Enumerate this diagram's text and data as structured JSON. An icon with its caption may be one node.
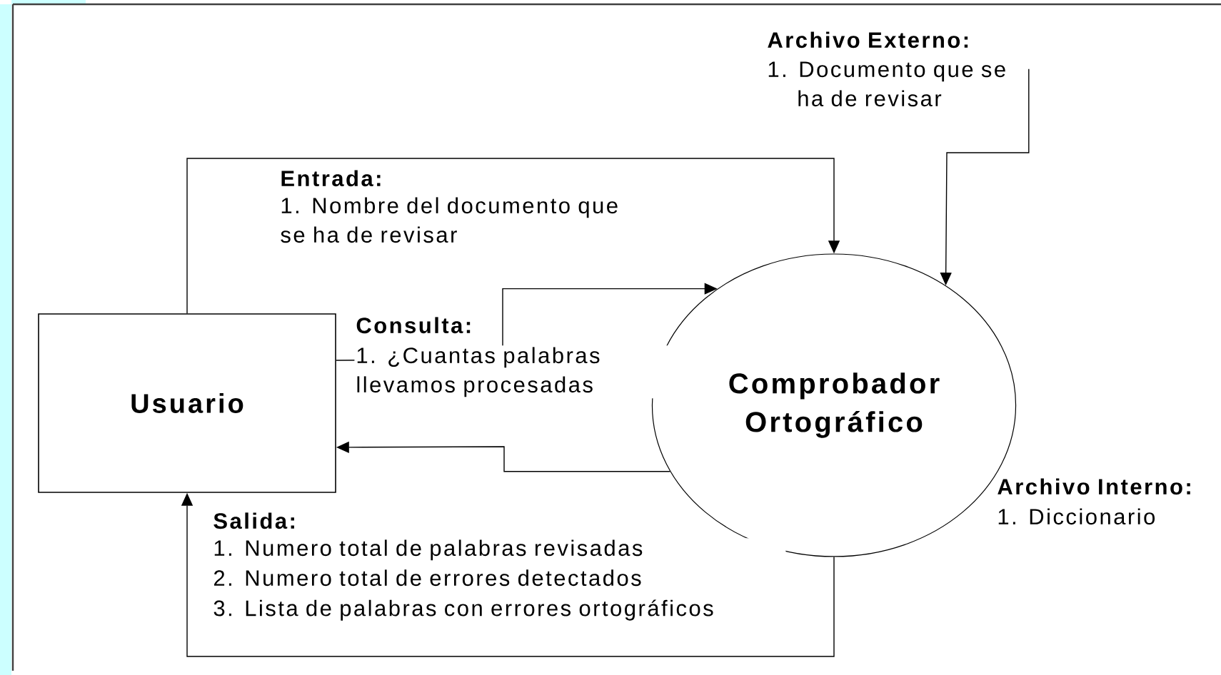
{
  "diagram": {
    "nodes": [
      {
        "text": [
          "Usuario"
        ]
      },
      {
        "text": [
          "Comprobador Ortográfico"
        ]
      },
      {
        "text": [
          "Archivo Externo:",
          "1. Documento que se ha de revisar"
        ]
      }
    ],
    "edges": [
      {
        "from": 0,
        "to": 1,
        "arrow": "to",
        "label": "Entrada:"
      },
      {
        "from": 0,
        "to": 1,
        "arrow": "to",
        "label": "Consulta:"
      },
      {
        "from": 1,
        "to": 0,
        "arrow": "to"
      },
      {
        "from": 1,
        "to": 0,
        "arrow": "to",
        "label": "Salida:"
      },
      {
        "from": 2,
        "to": 1,
        "arrow": "to"
      }
    ],
    "labels": [
      "1. Nombre del documento que se ha de revisar",
      "1. ¿Cuantas palabras llevamos procesadas",
      "Archivo Interno:",
      "1. Diccionario",
      "1. Numero total de palabras revisadas",
      "2. Numero total de errores detectados",
      "3. Lista de palabras con errores ortográficos"
    ]
  }
}
